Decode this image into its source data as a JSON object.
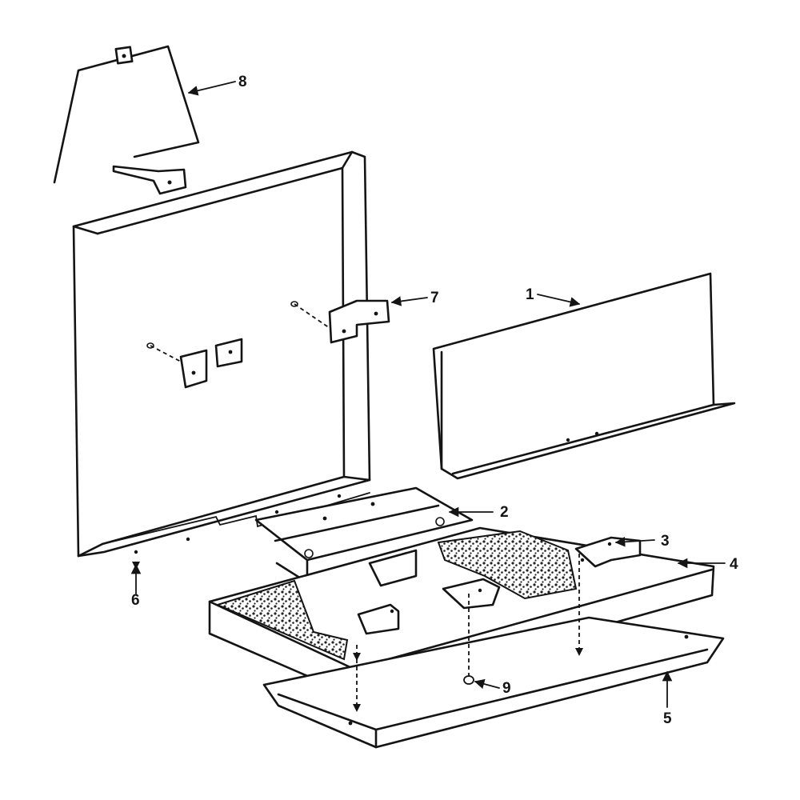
{
  "callouts": [
    {
      "id": "1",
      "label": "1"
    },
    {
      "id": "2",
      "label": "2"
    },
    {
      "id": "3",
      "label": "3"
    },
    {
      "id": "4",
      "label": "4"
    },
    {
      "id": "5",
      "label": "5"
    },
    {
      "id": "6",
      "label": "6"
    },
    {
      "id": "7",
      "label": "7"
    },
    {
      "id": "8",
      "label": "8"
    },
    {
      "id": "9",
      "label": "9"
    }
  ],
  "colors": {
    "ink": "#141414",
    "paper": "#ffffff"
  }
}
